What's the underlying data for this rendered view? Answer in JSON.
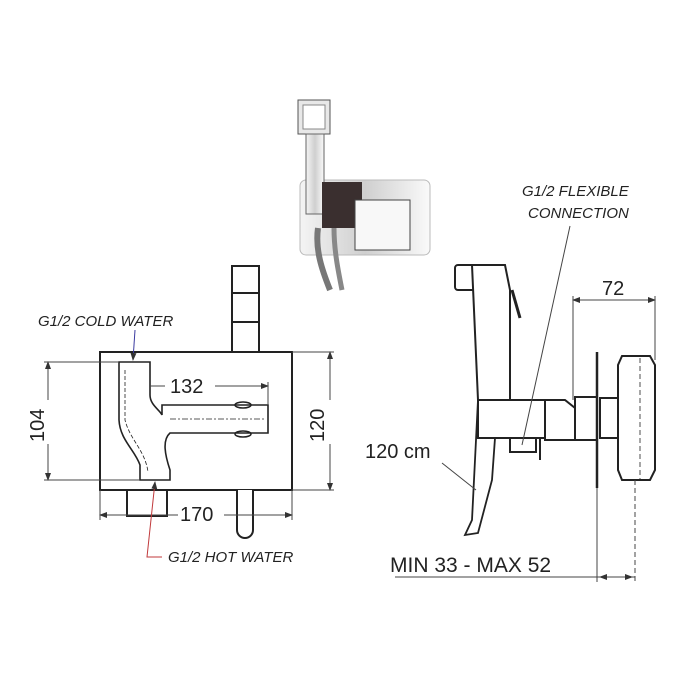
{
  "labels": {
    "cold_water": "G1/2 COLD WATER",
    "hot_water": "G1/2 HOT WATER",
    "flexible_line1": "G1/2 FLEXIBLE",
    "flexible_line2": "CONNECTION",
    "hose_length": "120 cm",
    "wall_depth": "MIN 33 - MAX 52"
  },
  "dimensions": {
    "inner_height": "104",
    "outer_height": "120",
    "arm_width": "132",
    "body_width": "170",
    "side_depth": "72"
  },
  "colors": {
    "line": "#222222",
    "cold_arrow": "#3a3aa0",
    "hot_arrow": "#c0393b"
  }
}
